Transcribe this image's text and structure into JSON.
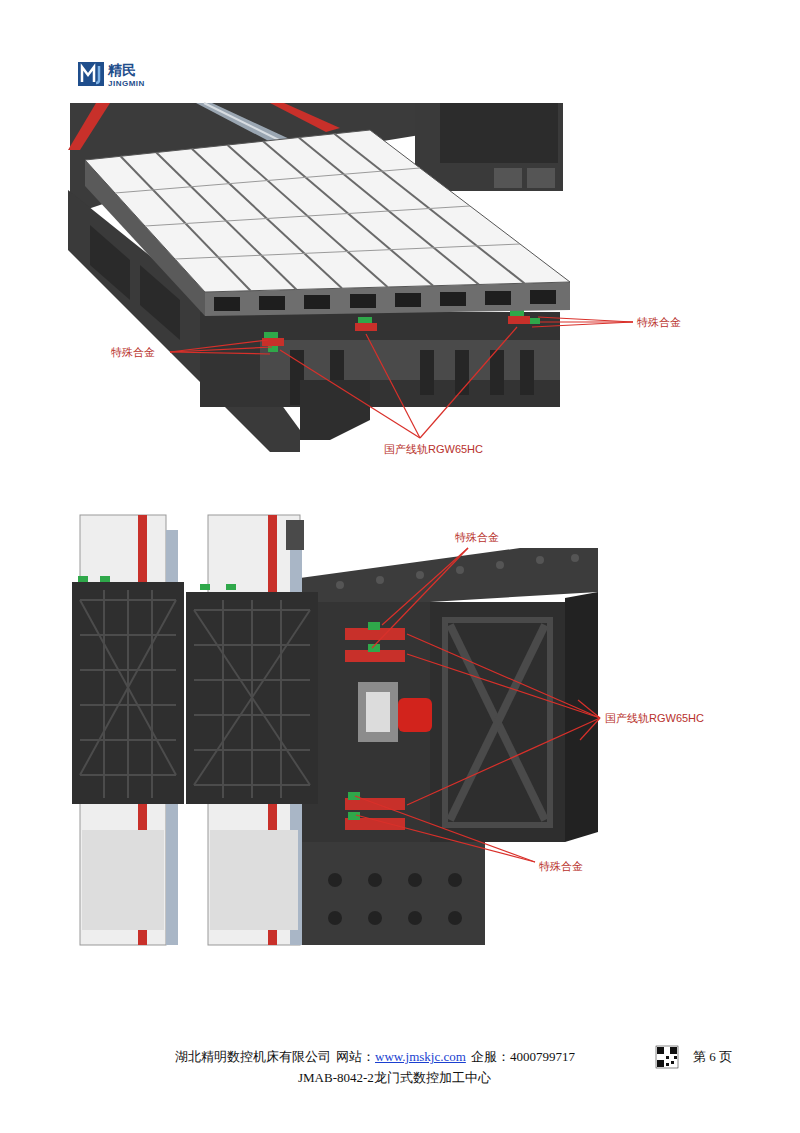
{
  "diagram": {
    "labels": [
      "精民",
      "JINGMIN",
      "特殊合金",
      "特殊合金",
      "国产线轨RGW65HC",
      "特殊合金",
      "国产线轨RGW65HC",
      "特殊合金",
      "湖北精明数控机床有限公司",
      "网站：",
      "www.jmskjc.com",
      "企服：4000799717",
      "第 6 页",
      "JMAB-8042-2龙门式数控加工中心"
    ]
  }
}
